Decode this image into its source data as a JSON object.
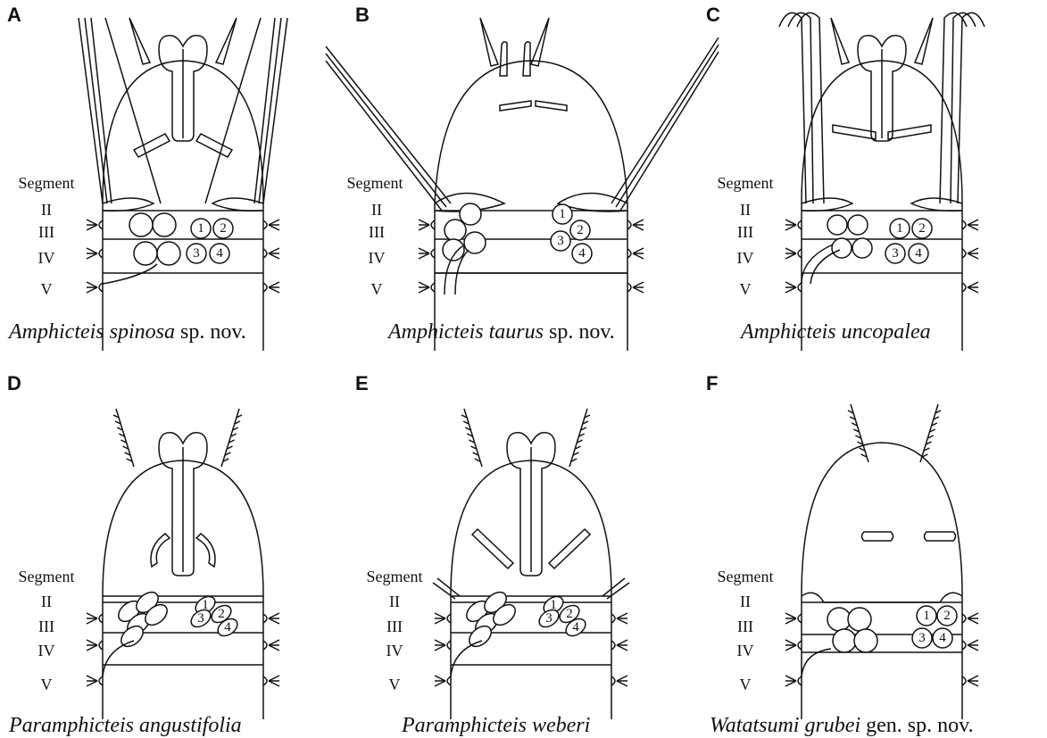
{
  "panels": [
    {
      "label": "A",
      "genus": "Amphicteis",
      "species": "spinosa",
      "suffix": "sp. nov."
    },
    {
      "label": "B",
      "genus": "Amphicteis",
      "species": "taurus",
      "suffix": "sp. nov."
    },
    {
      "label": "C",
      "genus": "Amphicteis",
      "species": "uncopalea",
      "suffix": ""
    },
    {
      "label": "D",
      "genus": "Paramphicteis",
      "species": "angustifolia",
      "suffix": ""
    },
    {
      "label": "E",
      "genus": "Paramphicteis",
      "species": "weberi",
      "suffix": ""
    },
    {
      "label": "F",
      "genus": "Watatsumi",
      "species": "grubei",
      "suffix": "gen. sp. nov."
    }
  ],
  "segment_word": "Segment",
  "segments": [
    "II",
    "III",
    "IV",
    "V"
  ],
  "paleae_numbers": [
    "1",
    "2",
    "3",
    "4"
  ],
  "colors": {
    "ink": "#111111",
    "background": "#ffffff"
  }
}
